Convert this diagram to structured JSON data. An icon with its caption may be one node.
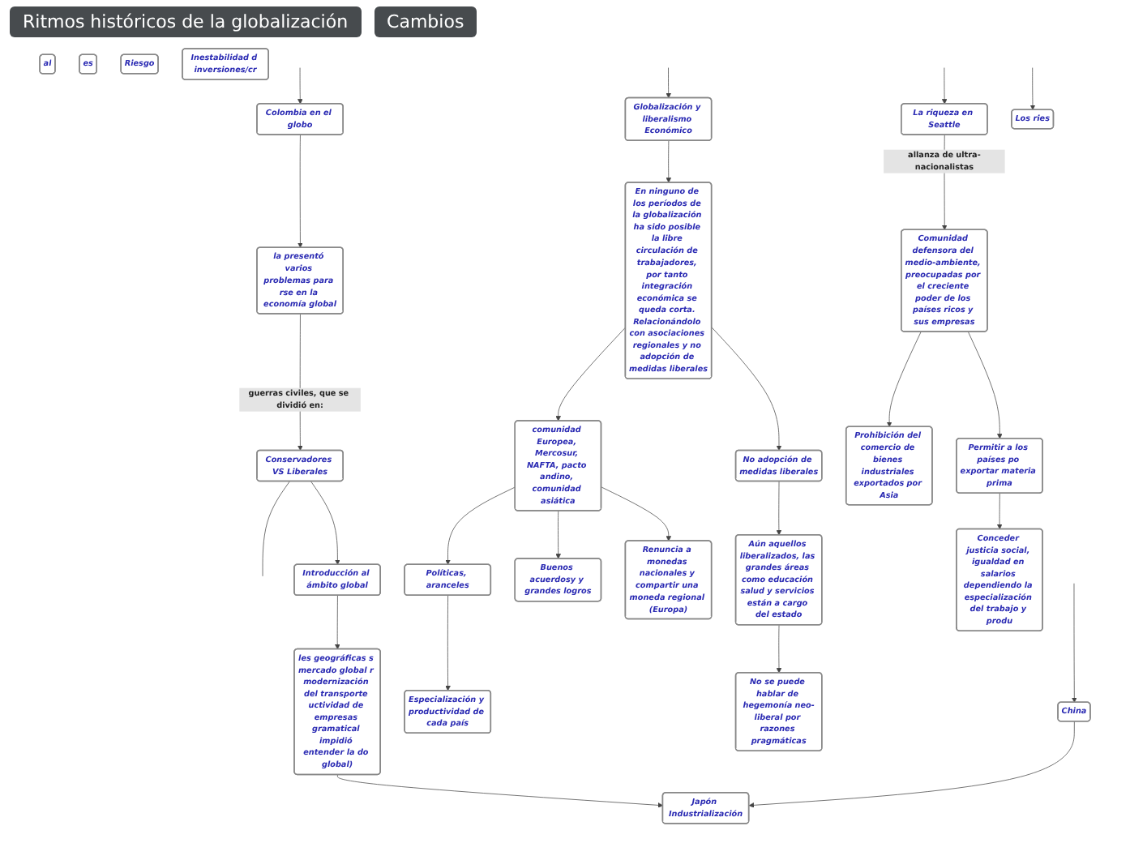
{
  "diagram": {
    "nodes": [
      {
        "text": [
          "Colombia en el globo"
        ]
      },
      {
        "text": [
          "la presentó varios problemas para rse en la economía global"
        ]
      },
      {
        "text": [
          "Conservadores VS Liberales"
        ]
      },
      {
        "text": [
          "Introducción al ámbito global"
        ]
      },
      {
        "text": [
          "les geográficas s mercado global r modernización del transporte uctividad de empresas gramatical impidió entender la do global)"
        ]
      },
      {
        "text": [
          "al"
        ]
      },
      {
        "text": [
          "Japón Industrialización"
        ]
      },
      {
        "text": [
          "China"
        ]
      },
      {
        "text": [
          "es"
        ]
      },
      {
        "text": [
          "Globalización y liberalismo Económico"
        ]
      },
      {
        "text": [
          "En ninguno de los períodos de la globalización ha sido posible la libre circulación de trabajadores, por tanto integración económica se queda corta. Relacionándolo con asociaciones regionales y no adopción de medidas liberales"
        ]
      },
      {
        "text": [
          "comunidad Europea, Mercosur, NAFTA, pacto andino, comunidad asiática"
        ]
      },
      {
        "text": [
          "Políticas, aranceles"
        ]
      },
      {
        "text": [
          "Especialización y productividad de cada país"
        ]
      },
      {
        "text": [
          "Buenos acuerdosy y grandes logros"
        ]
      },
      {
        "text": [
          "Renuncia a monedas nacionales y compartir una moneda regional (Europa)"
        ]
      },
      {
        "text": [
          "No adopción de medidas liberales"
        ]
      },
      {
        "text": [
          "Aún aquellos liberalizados, las grandes áreas como educación salud y servicios están a cargo del estado"
        ]
      },
      {
        "text": [
          "No se puede hablar de hegemonía neo-liberal por razones pragmáticas"
        ]
      },
      {
        "text": [
          "La riqueza en Seattle"
        ]
      },
      {
        "text": [
          "Comunidad defensora del medio-ambiente, preocupadas por el creciente poder de los países ricos y sus empresas"
        ]
      },
      {
        "text": [
          "Prohibición del comercio de bienes industriales exportados por Asia"
        ]
      },
      {
        "text": [
          "Permitir a los países po exportar materia prima"
        ]
      },
      {
        "text": [
          "Conceder justicia social, igualdad en salarios dependiendo la especialización del trabajo y produ"
        ]
      },
      {
        "text": [
          "Los ries"
        ]
      },
      {
        "text": [
          "Riesgo"
        ]
      },
      {
        "text": [
          "Inestabilidad d inversiones/cr"
        ]
      }
    ],
    "edges": [
      {
        "from": null,
        "to": 0,
        "arrow": "to"
      },
      {
        "from": 0,
        "to": 1,
        "arrow": "to"
      },
      {
        "from": 1,
        "to": 2,
        "arrow": "to",
        "label": "guerras civiles, que se dividió en:"
      },
      {
        "from": 2,
        "to": null,
        "arrow": "none"
      },
      {
        "from": 2,
        "to": 3,
        "arrow": "to"
      },
      {
        "from": 3,
        "to": 4,
        "arrow": "to"
      },
      {
        "from": 4,
        "to": 6,
        "arrow": "to"
      },
      {
        "from": null,
        "to": 7,
        "arrow": "to"
      },
      {
        "from": 7,
        "to": 6,
        "arrow": "to"
      },
      {
        "from": null,
        "to": 9,
        "arrow": "to"
      },
      {
        "from": 9,
        "to": 10,
        "arrow": "to"
      },
      {
        "from": 10,
        "to": 11,
        "arrow": "to"
      },
      {
        "from": 10,
        "to": 16,
        "arrow": "to"
      },
      {
        "from": 11,
        "to": 12,
        "arrow": "to"
      },
      {
        "from": 12,
        "to": 13,
        "arrow": "to"
      },
      {
        "from": 11,
        "to": 14,
        "arrow": "to"
      },
      {
        "from": 11,
        "to": 15,
        "arrow": "to"
      },
      {
        "from": 16,
        "to": 17,
        "arrow": "to"
      },
      {
        "from": 17,
        "to": 18,
        "arrow": "to"
      },
      {
        "from": null,
        "to": 19,
        "arrow": "to"
      },
      {
        "from": 19,
        "to": 20,
        "arrow": "to",
        "label": "allanza de ultra-nacionalistas"
      },
      {
        "from": 20,
        "to": 21,
        "arrow": "to"
      },
      {
        "from": 20,
        "to": 22,
        "arrow": "to"
      },
      {
        "from": 22,
        "to": 23,
        "arrow": "to"
      },
      {
        "from": null,
        "to": 24,
        "arrow": "to"
      }
    ],
    "labels": [
      "Ritmos históricos de la globalización",
      "Cambios"
    ]
  }
}
